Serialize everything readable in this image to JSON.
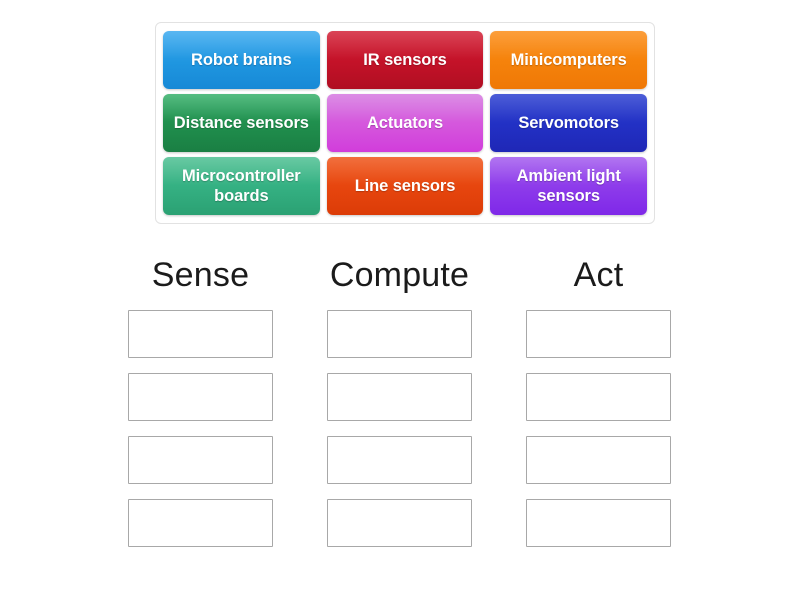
{
  "activity": {
    "type": "group-sort",
    "tray": {
      "name": "draggable-tile-tray",
      "tiles": [
        {
          "label": "Robot brains",
          "color": "#1f96e0",
          "palette": "t-blue"
        },
        {
          "label": "IR sensors",
          "color": "#c31228",
          "palette": "t-crimson"
        },
        {
          "label": "Minicomputers",
          "color": "#f5820b",
          "palette": "t-orange"
        },
        {
          "label": "Distance sensors",
          "color": "#21914f",
          "palette": "t-green"
        },
        {
          "label": "Actuators",
          "color": "#d558dd",
          "palette": "t-magenta"
        },
        {
          "label": "Servomotors",
          "color": "#2230c4",
          "palette": "t-navy"
        },
        {
          "label": "Microcontroller boards",
          "color": "#35b183",
          "palette": "t-seagreen"
        },
        {
          "label": "Line sensors",
          "color": "#e6450e",
          "palette": "t-orangered"
        },
        {
          "label": "Ambient light sensors",
          "color": "#8e3ceb",
          "palette": "t-purple"
        }
      ]
    },
    "columns": [
      {
        "title": "Sense",
        "slots": [
          "",
          "",
          "",
          ""
        ]
      },
      {
        "title": "Compute",
        "slots": [
          "",
          "",
          "",
          ""
        ]
      },
      {
        "title": "Act",
        "slots": [
          "",
          "",
          "",
          ""
        ]
      }
    ]
  }
}
